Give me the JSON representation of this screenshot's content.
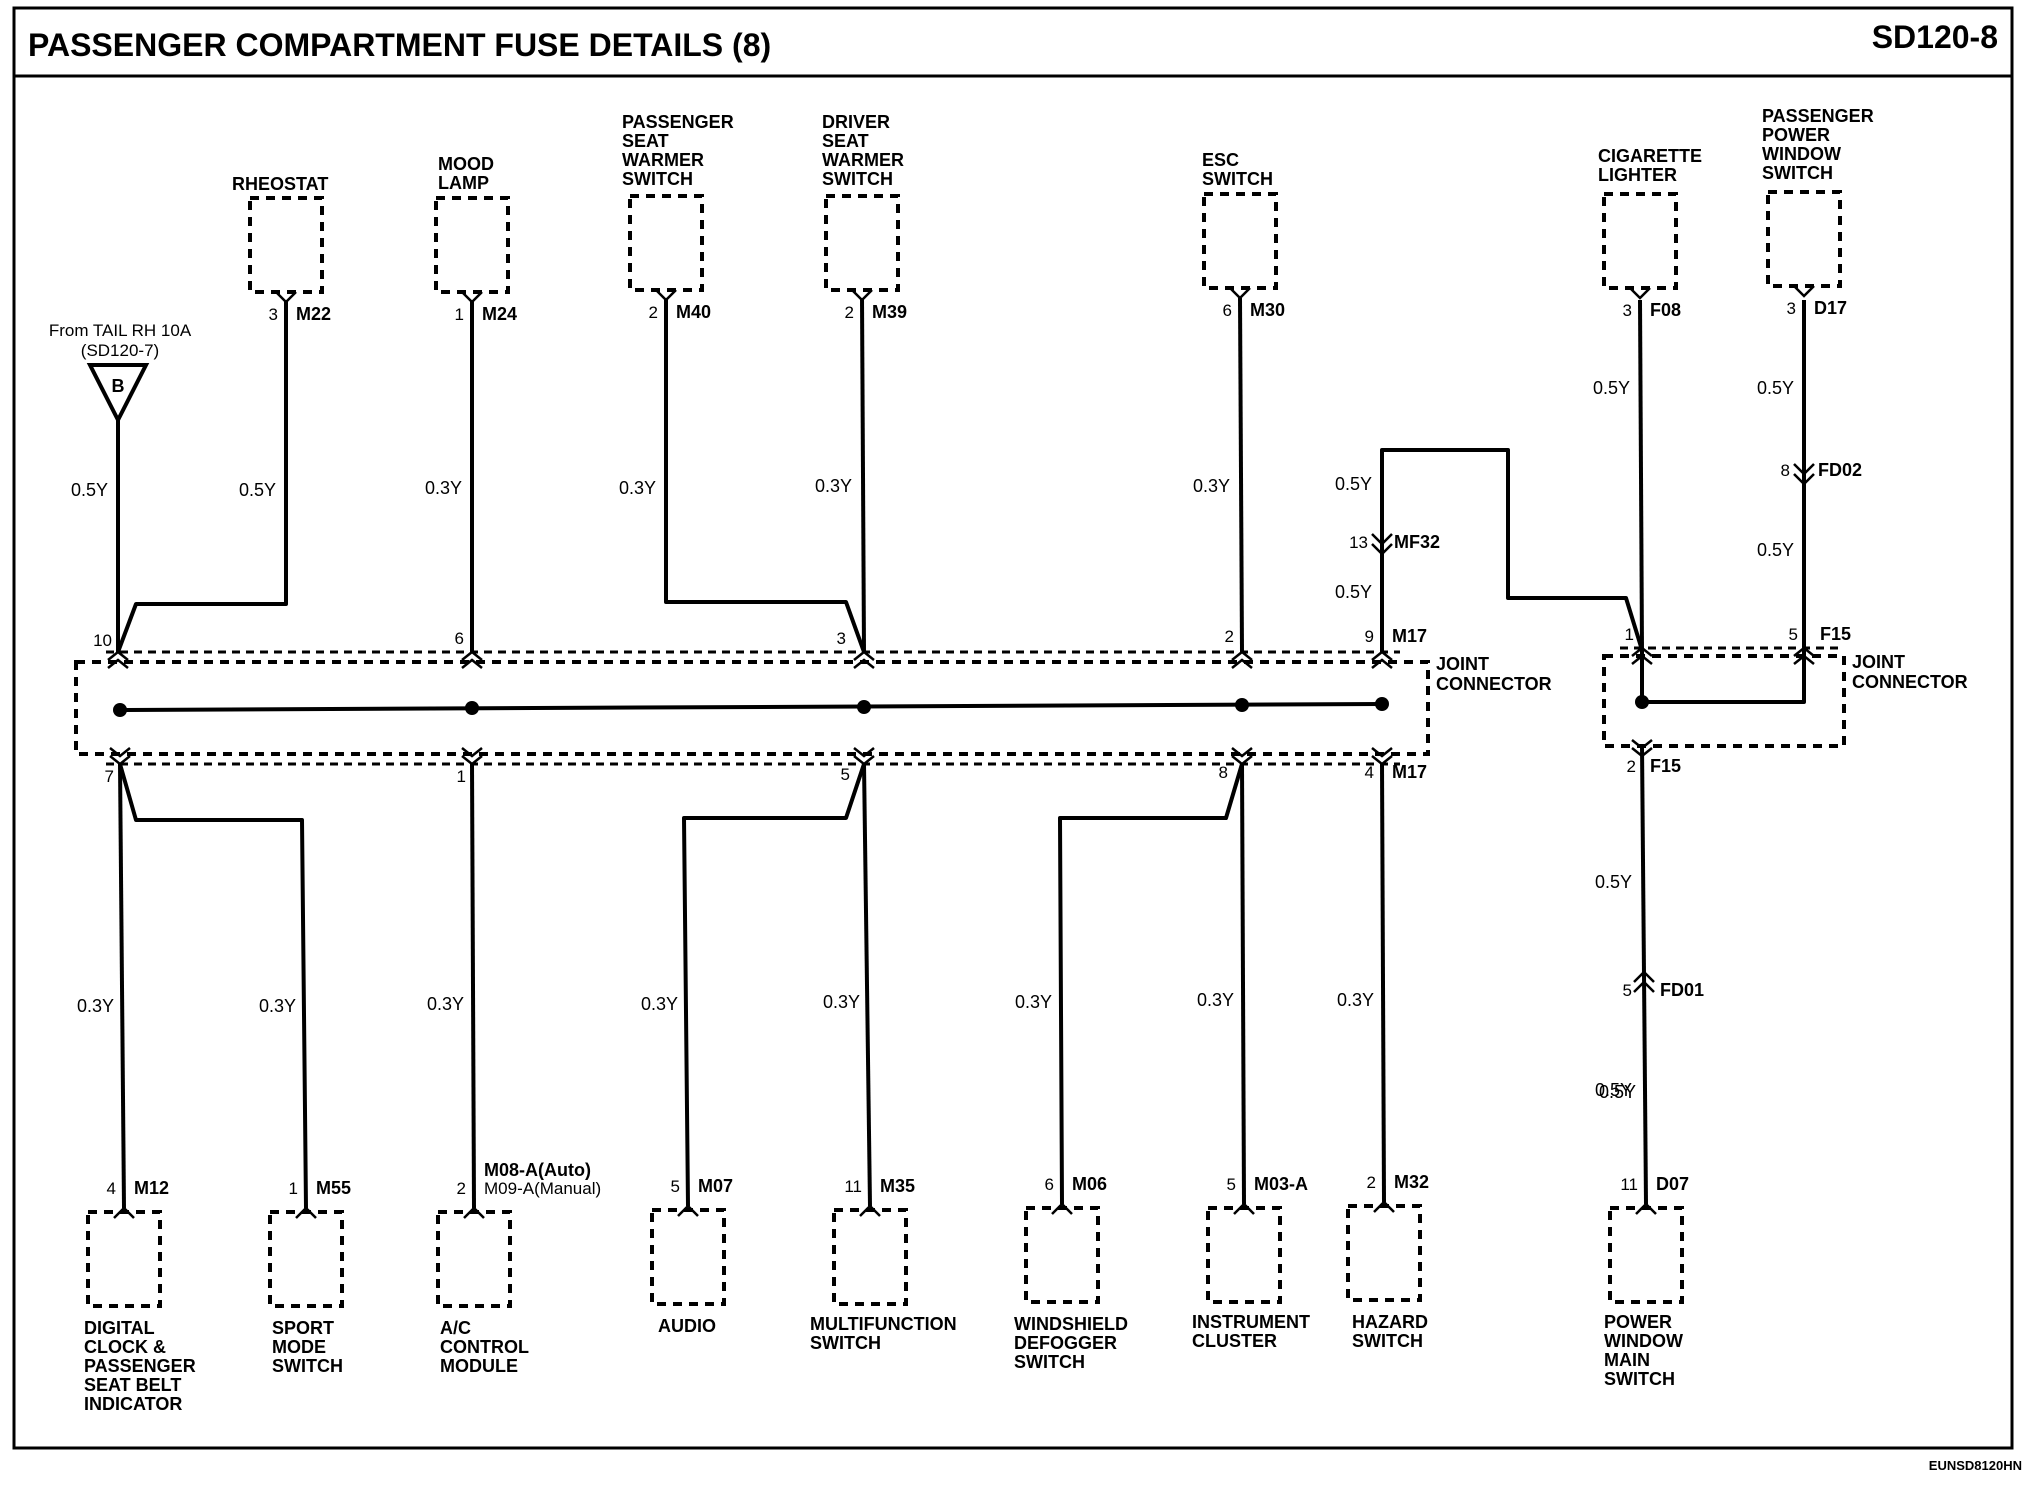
{
  "header": {
    "title": "PASSENGER COMPARTMENT FUSE DETAILS (8)",
    "page_code": "SD120-8"
  },
  "footer_code": "EUNSD8120HN",
  "source": {
    "line1": "From TAIL RH 10A",
    "line2": "(SD120-7)",
    "symbol": "B",
    "wire": "0.5Y"
  },
  "joint_connectors": [
    {
      "name_line1": "JOINT",
      "name_line2": "CONNECTOR",
      "top_conn": "M17",
      "bottom_conn": "M17"
    },
    {
      "name_line1": "JOINT",
      "name_line2": "CONNECTOR",
      "top_conn": "F15",
      "bottom_conn": "F15"
    }
  ],
  "top_components": [
    {
      "label": [
        "RHEOSTAT"
      ],
      "pin": "3",
      "conn": "M22",
      "wire": "0.5Y",
      "jc_pin": ""
    },
    {
      "label": [
        "MOOD",
        "LAMP"
      ],
      "pin": "1",
      "conn": "M24",
      "wire": "0.3Y",
      "jc_pin": "6"
    },
    {
      "label": [
        "PASSENGER",
        "SEAT",
        "WARMER",
        "SWITCH"
      ],
      "pin": "2",
      "conn": "M40",
      "wire": "0.3Y",
      "jc_pin": ""
    },
    {
      "label": [
        "DRIVER",
        "SEAT",
        "WARMER",
        "SWITCH"
      ],
      "pin": "2",
      "conn": "M39",
      "wire": "0.3Y",
      "jc_pin": "3"
    },
    {
      "label": [
        "ESC",
        "SWITCH"
      ],
      "pin": "6",
      "conn": "M30",
      "wire": "0.3Y",
      "jc_pin": "2"
    },
    {
      "label": [
        "CIGARETTE",
        "LIGHTER"
      ],
      "pin": "3",
      "conn": "F08",
      "wire": "0.5Y",
      "jc_pin": "1"
    },
    {
      "label": [
        "PASSENGER",
        "POWER",
        "WINDOW",
        "SWITCH"
      ],
      "pin": "3",
      "conn": "D17",
      "wire": "0.5Y",
      "jc_pin": "5"
    }
  ],
  "source_jc_pin": "10",
  "loop": {
    "wire_top": "0.5Y",
    "inline_pin": "13",
    "inline_conn": "MF32",
    "wire_bottom": "0.5Y",
    "jc_pin": "9"
  },
  "fd02": {
    "pin": "8",
    "conn": "FD02",
    "wire_below": "0.5Y"
  },
  "fd01": {
    "wire_above": "0.5Y",
    "pin": "5",
    "conn": "FD01",
    "wire_below": "0.5Y"
  },
  "bottom_components": [
    {
      "label": [
        "DIGITAL",
        "CLOCK &",
        "PASSENGER",
        "SEAT BELT",
        "INDICATOR"
      ],
      "pin": "4",
      "conn": "M12",
      "conn2": "",
      "wire": "0.3Y",
      "jc_pin": "7"
    },
    {
      "label": [
        "SPORT",
        "MODE",
        "SWITCH"
      ],
      "pin": "1",
      "conn": "M55",
      "conn2": "",
      "wire": "0.3Y",
      "jc_pin": ""
    },
    {
      "label": [
        "A/C",
        "CONTROL",
        "MODULE"
      ],
      "pin": "2",
      "conn": "M08-A(Auto)",
      "conn2": "M09-A(Manual)",
      "wire": "0.3Y",
      "jc_pin": "1"
    },
    {
      "label": [
        "AUDIO"
      ],
      "pin": "5",
      "conn": "M07",
      "conn2": "",
      "wire": "0.3Y",
      "jc_pin": ""
    },
    {
      "label": [
        "MULTIFUNCTION",
        "SWITCH"
      ],
      "pin": "11",
      "conn": "M35",
      "conn2": "",
      "wire": "0.3Y",
      "jc_pin": "5"
    },
    {
      "label": [
        "WINDSHIELD",
        "DEFOGGER",
        "SWITCH"
      ],
      "pin": "6",
      "conn": "M06",
      "conn2": "",
      "wire": "0.3Y",
      "jc_pin": ""
    },
    {
      "label": [
        "INSTRUMENT",
        "CLUSTER"
      ],
      "pin": "5",
      "conn": "M03-A",
      "conn2": "",
      "wire": "0.3Y",
      "jc_pin": "8"
    },
    {
      "label": [
        "HAZARD",
        "SWITCH"
      ],
      "pin": "2",
      "conn": "M32",
      "conn2": "",
      "wire": "0.3Y",
      "jc_pin": "4"
    },
    {
      "label": [
        "POWER",
        "WINDOW",
        "MAIN",
        "SWITCH"
      ],
      "pin": "11",
      "conn": "D07",
      "conn2": "",
      "wire": "0.5Y",
      "jc_pin": "2"
    }
  ]
}
